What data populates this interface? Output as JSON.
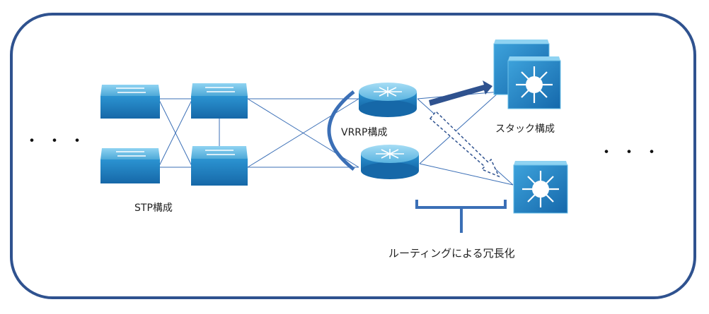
{
  "labels": {
    "stp": "STP構成",
    "vrrp": "VRRP構成",
    "stack": "スタック構成",
    "routing": "ルーティングによる冗長化",
    "dots_left": "・・・",
    "dots_right": "・・・"
  },
  "colors": {
    "frame": "#2f528f",
    "device_top": "#6cc0e8",
    "device_front": "#1b7ec1",
    "link": "#3b6fb6",
    "arrow": "#2f528f"
  }
}
